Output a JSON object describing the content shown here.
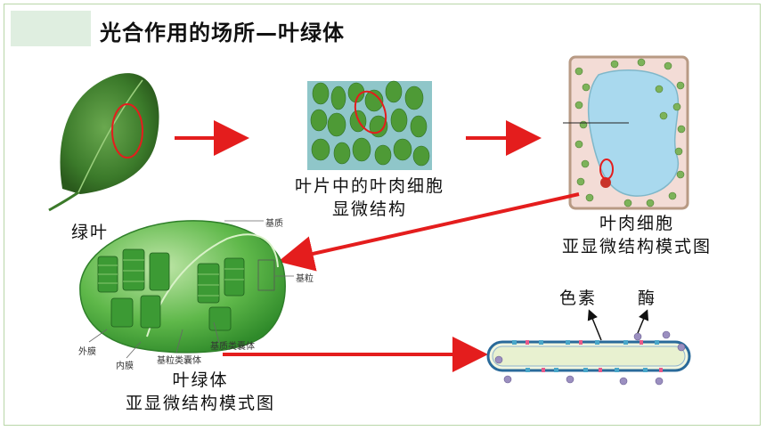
{
  "title": "光合作用的场所—叶绿体",
  "labels": {
    "leaf": "绿叶",
    "mesophyll_micro_line1": "叶片中的叶肉细胞",
    "mesophyll_micro_line2": "显微结构",
    "mesophyll_cell_line1": "叶肉细胞",
    "mesophyll_cell_line2": "亚显微结构模式图",
    "chloroplast_line1": "叶绿体",
    "chloroplast_line2": "亚显微结构模式图",
    "pigment": "色素",
    "enzyme": "酶"
  },
  "chloroplast_parts": {
    "stroma": "基质",
    "grana": "基粒",
    "outer_membrane": "外膜",
    "inner_membrane": "内膜",
    "grana_thylakoid": "基粒类囊体",
    "stroma_thylakoid": "基质类囊体"
  },
  "colors": {
    "arrow": "#e41d1d",
    "leaf": "#3f7d2c",
    "chloroplast": "#4fae3c",
    "title_bar": "#dfeee0"
  }
}
